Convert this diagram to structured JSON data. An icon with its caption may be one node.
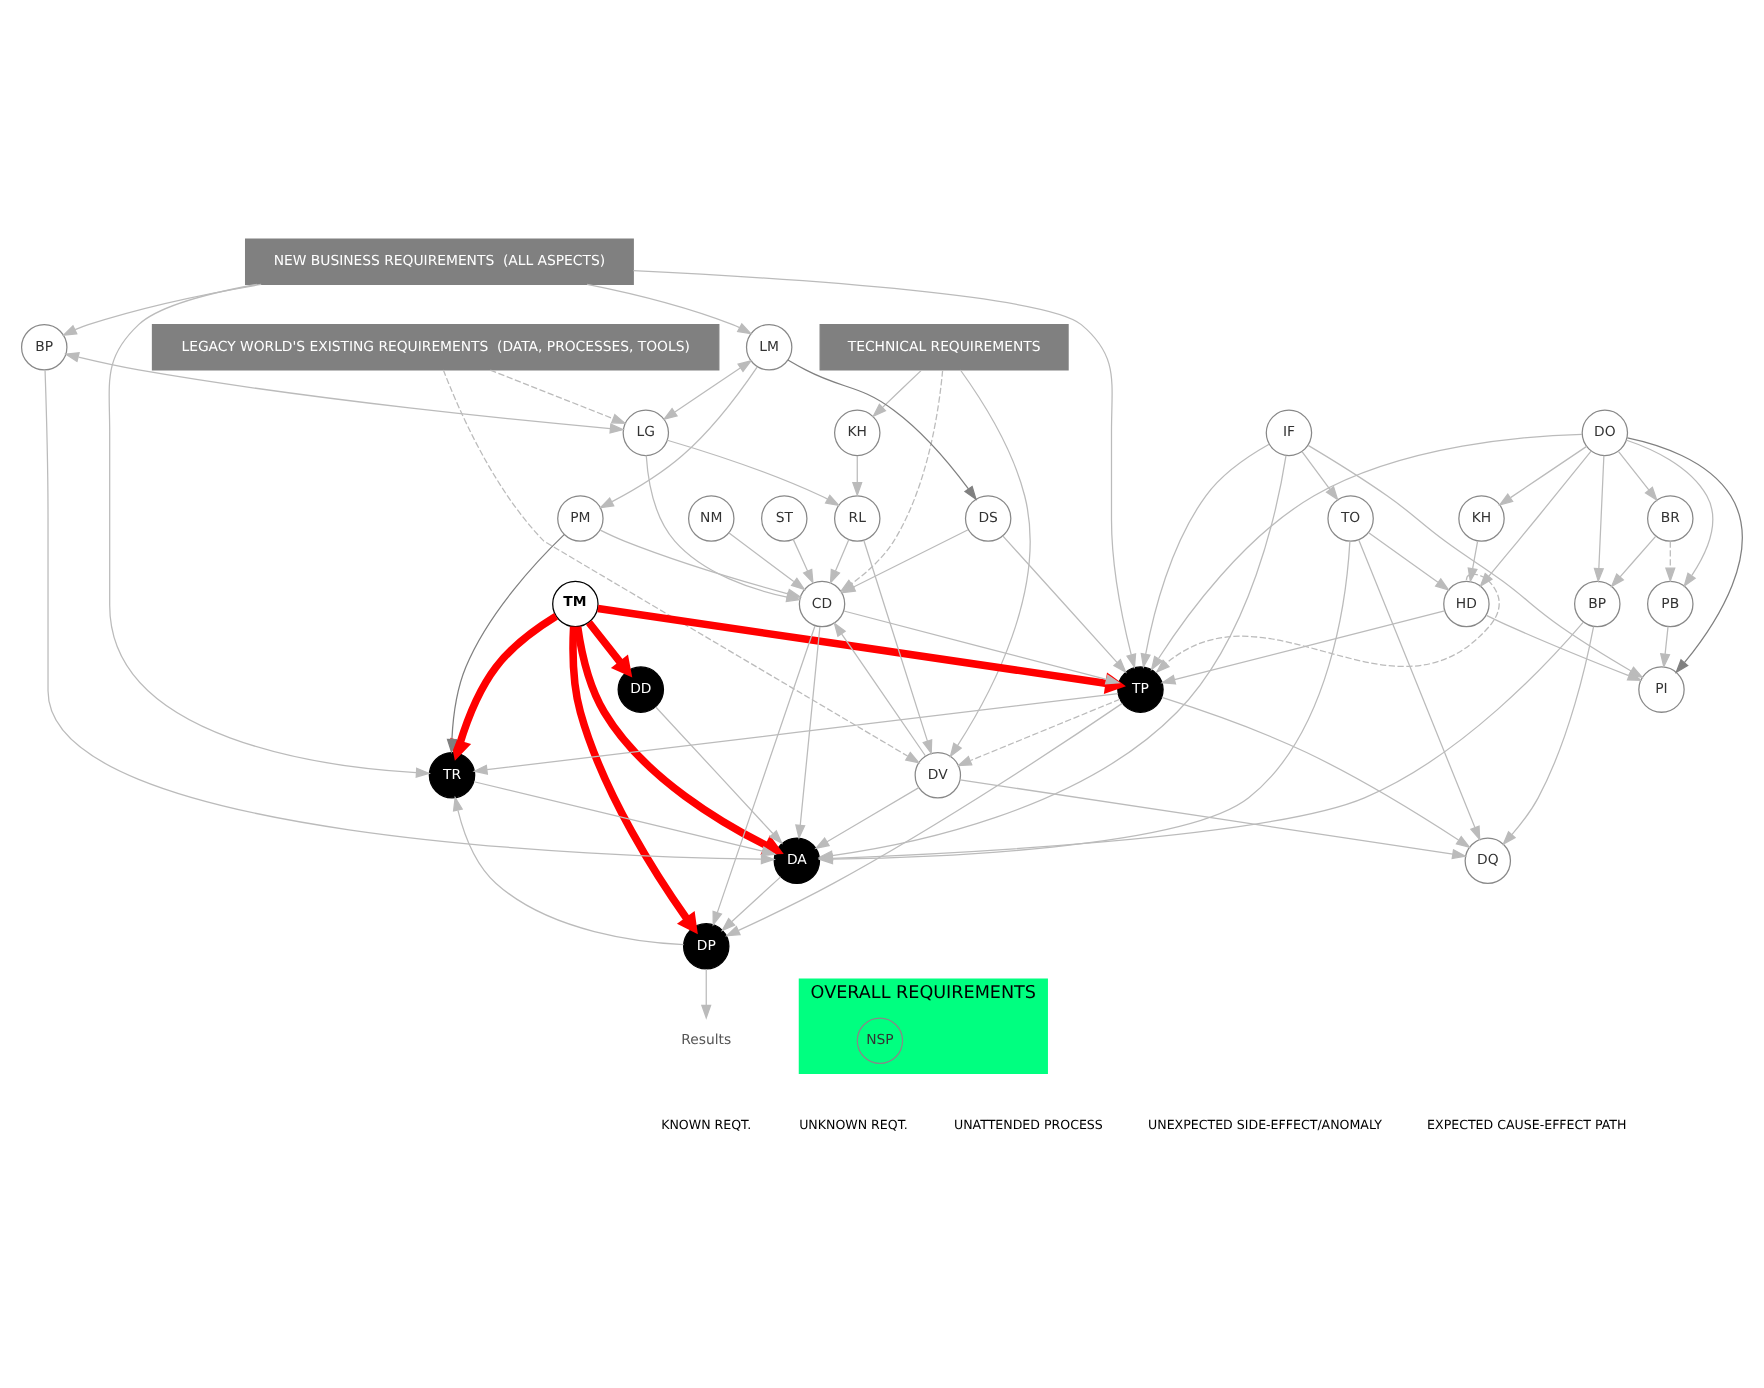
{
  "diagram": {
    "nodes": [
      {
        "text": [
          "NEW BUSINESS REQUIREMENTS  (ALL ASPECTS)"
        ]
      },
      {
        "text": [
          "TECHNICAL REQUIREMENTS"
        ]
      },
      {
        "text": [
          "LEGACY WORLD'S EXISTING REQUIREMENTS  (DATA, PROCESSES, TOOLS)"
        ]
      },
      {
        "text": [
          "OVERALL REQUIREMENTS"
        ]
      },
      {
        "text": [
          "ST"
        ]
      },
      {
        "text": [
          "NM"
        ]
      },
      {
        "text": [
          "NSP"
        ],
        "in": 3
      },
      {
        "text": [
          "TM"
        ]
      },
      {
        "text": [
          "BP"
        ]
      },
      {
        "text": [
          "LM"
        ]
      },
      {
        "text": [
          "DS"
        ]
      },
      {
        "text": [
          "PM"
        ]
      },
      {
        "text": [
          "TR"
        ]
      },
      {
        "text": [
          "TP"
        ]
      },
      {
        "text": [
          "KH"
        ]
      },
      {
        "text": [
          "HD"
        ]
      },
      {
        "text": [
          "LG"
        ]
      },
      {
        "text": [
          "DD"
        ]
      },
      {
        "text": [
          "IF"
        ]
      },
      {
        "text": [
          "PI"
        ]
      },
      {
        "text": [
          "DO"
        ]
      },
      {
        "text": [
          "CD"
        ]
      },
      {
        "text": [
          "DA"
        ]
      },
      {
        "text": [
          "TO"
        ]
      },
      {
        "text": [
          "KH"
        ]
      },
      {
        "text": [
          "RL"
        ]
      },
      {
        "text": [
          "PB"
        ]
      },
      {
        "text": [
          "DV"
        ]
      },
      {
        "text": [
          "DQ"
        ]
      },
      {
        "text": [
          "DP"
        ]
      },
      {
        "text": [
          "BP"
        ]
      },
      {
        "text": [
          "BR"
        ]
      },
      {
        "text": [
          "Results"
        ]
      }
    ],
    "edges": [
      {
        "from": 0,
        "to": 8,
        "arrow": "to"
      },
      {
        "from": 0,
        "to": 9,
        "arrow": "to"
      },
      {
        "from": 0,
        "to": 12,
        "arrow": "to"
      },
      {
        "from": 0,
        "to": 13,
        "arrow": "to"
      },
      {
        "from": 9,
        "to": 10,
        "arrow": "to",
        "color": "#808080"
      },
      {
        "from": 9,
        "to": 11,
        "arrow": "to"
      },
      {
        "from": 11,
        "to": 12,
        "arrow": "to",
        "color": "#808080"
      },
      {
        "from": 8,
        "to": 16,
        "arrow": "both"
      },
      {
        "from": 9,
        "to": 16,
        "arrow": "both"
      },
      {
        "from": 8,
        "to": 22,
        "arrow": "to"
      },
      {
        "from": 11,
        "to": 21,
        "arrow": "to"
      },
      {
        "from": 10,
        "to": 21,
        "arrow": "to"
      },
      {
        "from": 10,
        "to": 13,
        "arrow": "to"
      },
      {
        "from": 16,
        "to": 21,
        "arrow": "to"
      },
      {
        "from": 16,
        "to": 25,
        "arrow": "to"
      },
      {
        "from": 4,
        "to": 21,
        "arrow": "to"
      },
      {
        "from": 5,
        "to": 21,
        "arrow": "to"
      },
      {
        "from": 1,
        "to": 21,
        "arrow": "to",
        "style": "dashed"
      },
      {
        "from": 1,
        "to": 24,
        "arrow": "to"
      },
      {
        "from": 1,
        "to": 27,
        "arrow": "to"
      },
      {
        "from": 2,
        "to": 16,
        "arrow": "to",
        "style": "dashed"
      },
      {
        "from": 2,
        "to": 27,
        "arrow": "to",
        "style": "dashed"
      },
      {
        "from": 24,
        "to": 25,
        "arrow": "to"
      },
      {
        "from": 25,
        "to": 21,
        "arrow": "to"
      },
      {
        "from": 25,
        "to": 27,
        "arrow": "to"
      },
      {
        "from": 27,
        "to": 21,
        "arrow": "to"
      },
      {
        "from": 27,
        "to": 22,
        "arrow": "to"
      },
      {
        "from": 27,
        "to": 28,
        "arrow": "to"
      },
      {
        "from": 21,
        "to": 22,
        "arrow": "to"
      },
      {
        "from": 21,
        "to": 29,
        "arrow": "to"
      },
      {
        "from": 21,
        "to": 13,
        "arrow": "to"
      },
      {
        "from": 12,
        "to": 22,
        "arrow": "to"
      },
      {
        "from": 22,
        "to": 29,
        "arrow": "to"
      },
      {
        "from": 29,
        "to": 12,
        "arrow": "to"
      },
      {
        "from": 13,
        "to": 12,
        "arrow": "to"
      },
      {
        "from": 13,
        "to": 29,
        "arrow": "to"
      },
      {
        "from": 13,
        "to": 28,
        "arrow": "to"
      },
      {
        "from": 13,
        "to": 27,
        "arrow": "to",
        "style": "dashed"
      },
      {
        "from": 17,
        "to": 22,
        "arrow": "to"
      },
      {
        "from": 14,
        "to": 15,
        "arrow": "to"
      },
      {
        "from": 15,
        "to": 13,
        "arrow": "to"
      },
      {
        "from": 15,
        "to": 13,
        "arrow": "to",
        "style": "dashed"
      },
      {
        "from": 15,
        "to": 19,
        "arrow": "to"
      },
      {
        "from": 18,
        "to": 13,
        "arrow": "to"
      },
      {
        "from": 18,
        "to": 19,
        "arrow": "to"
      },
      {
        "from": 18,
        "to": 23,
        "arrow": "to"
      },
      {
        "from": 18,
        "to": 22,
        "arrow": "to"
      },
      {
        "from": 23,
        "to": 22,
        "arrow": "to"
      },
      {
        "from": 23,
        "to": 15,
        "arrow": "to"
      },
      {
        "from": 23,
        "to": 28,
        "arrow": "to"
      },
      {
        "from": 20,
        "to": 19,
        "arrow": "to",
        "color": "#808080"
      },
      {
        "from": 20,
        "to": 15,
        "arrow": "to"
      },
      {
        "from": 20,
        "to": 14,
        "arrow": "to"
      },
      {
        "from": 20,
        "to": 13,
        "arrow": "to"
      },
      {
        "from": 20,
        "to": 26,
        "arrow": "to"
      },
      {
        "from": 20,
        "to": 30,
        "arrow": "to"
      },
      {
        "from": 20,
        "to": 31,
        "arrow": "to"
      },
      {
        "from": 26,
        "to": 19,
        "arrow": "to"
      },
      {
        "from": 31,
        "to": 30,
        "arrow": "to"
      },
      {
        "from": 31,
        "to": 26,
        "arrow": "to",
        "style": "dashed"
      },
      {
        "from": 30,
        "to": 28,
        "arrow": "to"
      },
      {
        "from": 30,
        "to": 22,
        "arrow": "to"
      },
      {
        "from": 29,
        "to": 32,
        "arrow": "to"
      },
      {
        "from": 7,
        "to": 13,
        "arrow": "to",
        "style": "thick",
        "color": "#ff0000"
      },
      {
        "from": 7,
        "to": 12,
        "arrow": "to",
        "style": "thick",
        "color": "#ff0000"
      },
      {
        "from": 7,
        "to": 17,
        "arrow": "to",
        "style": "thick",
        "color": "#ff0000"
      },
      {
        "from": 7,
        "to": 22,
        "arrow": "to",
        "style": "thick",
        "color": "#ff0000"
      },
      {
        "from": 7,
        "to": 29,
        "arrow": "to",
        "style": "thick",
        "color": "#ff0000"
      }
    ],
    "legend": [
      {
        "text": "KNOWN REQT."
      },
      {
        "text": "UNKNOWN REQT."
      },
      {
        "text": "UNATTENDED PROCESS"
      },
      {
        "text": "UNEXPECTED SIDE-EFFECT/ANOMALY"
      },
      {
        "text": "EXPECTED CAUSE-EFFECT PATH"
      }
    ]
  }
}
